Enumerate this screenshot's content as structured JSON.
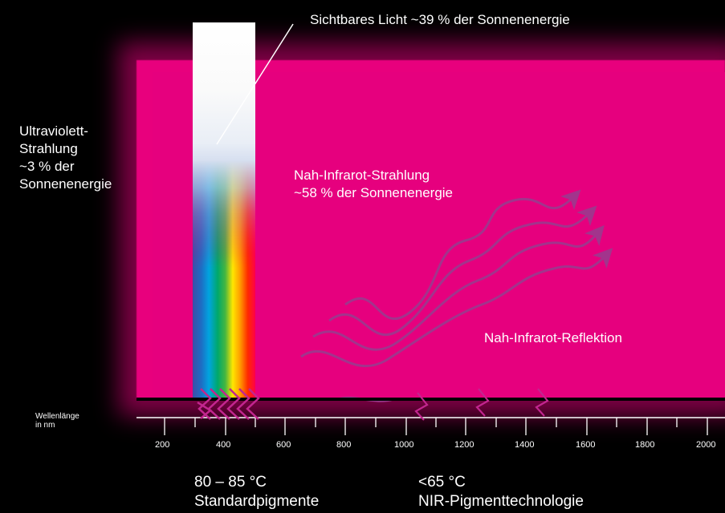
{
  "title_label": "Sichtbares Licht ~39 % der Sonnenenergie",
  "uv_label": {
    "line1": "Ultraviolett-",
    "line2": "Strahlung",
    "line3": "~3 % der",
    "line4": "Sonnenenergie"
  },
  "nir_label": {
    "line1": "Nah-Infrarot-Strahlung",
    "line2": "~58 % der Sonnenenergie"
  },
  "reflection_label": "Nah-Infrarot-Reflektion",
  "axis": {
    "label_line1": "Wellenlänge",
    "label_line2": "in nm",
    "ticks": [
      "200",
      "400",
      "600",
      "800",
      "1000",
      "1200",
      "1400",
      "1600",
      "1800",
      "2000"
    ]
  },
  "bottom_left": {
    "line1": "80 – 85 °C",
    "line2": "Standardpigmente"
  },
  "bottom_right": {
    "line1": "<65 °C",
    "line2": "NIR-Pigmenttechnologie"
  },
  "colors": {
    "background": "#000000",
    "magenta": "#e6007e",
    "arrow_purple": "#9b3a8e"
  }
}
